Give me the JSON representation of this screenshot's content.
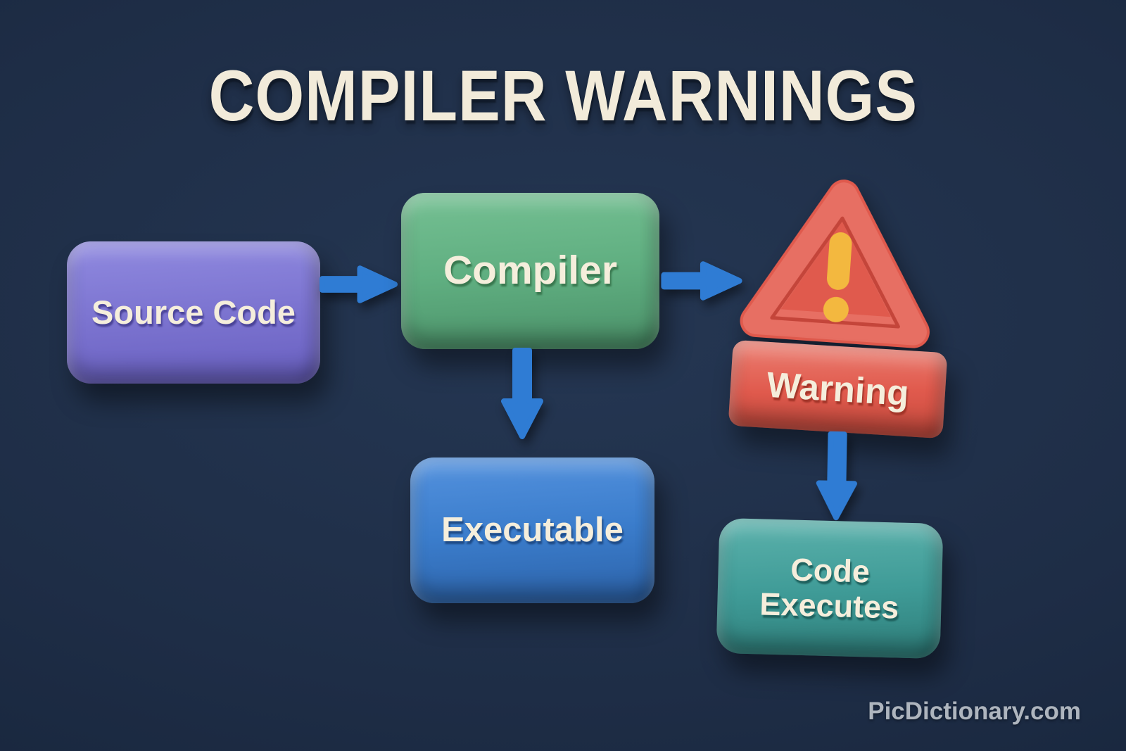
{
  "page": {
    "title": "COMPILER WARNINGS",
    "watermark": "PicDictionary.com"
  },
  "colors": {
    "background": "#1E2D46",
    "title_text": "#F2EBDA",
    "label_text": "#F5EEDC",
    "arrow": "#2F7CD4",
    "arrow_edge": "#2a70c4",
    "source_code_box": "#7D75D1",
    "compiler_box": "#60AF81",
    "executable_box": "#3B7DCC",
    "warning_box": "#E05A4D",
    "warning_triangle": "#E05A4D",
    "triangle_groove": "#C4453A",
    "exclamation": "#F3B83F",
    "watermark_text": "#AEB5BE"
  },
  "diagram": {
    "nodes": [
      {
        "id": "source-code",
        "label": "Source Code"
      },
      {
        "id": "compiler",
        "label": "Compiler"
      },
      {
        "id": "executable",
        "label": "Executable"
      },
      {
        "id": "warning",
        "label": "Warning"
      },
      {
        "id": "code-executes",
        "label": "Code Executes",
        "line1": "Code",
        "line2": "Executes"
      }
    ],
    "icons": [
      {
        "name": "warning-triangle-icon",
        "glyph": "!"
      }
    ],
    "edges": [
      {
        "from": "source-code",
        "to": "compiler",
        "direction": "right"
      },
      {
        "from": "compiler",
        "to": "warning-triangle",
        "direction": "right"
      },
      {
        "from": "compiler",
        "to": "executable",
        "direction": "down"
      },
      {
        "from": "warning",
        "to": "code-executes",
        "direction": "down"
      }
    ]
  }
}
